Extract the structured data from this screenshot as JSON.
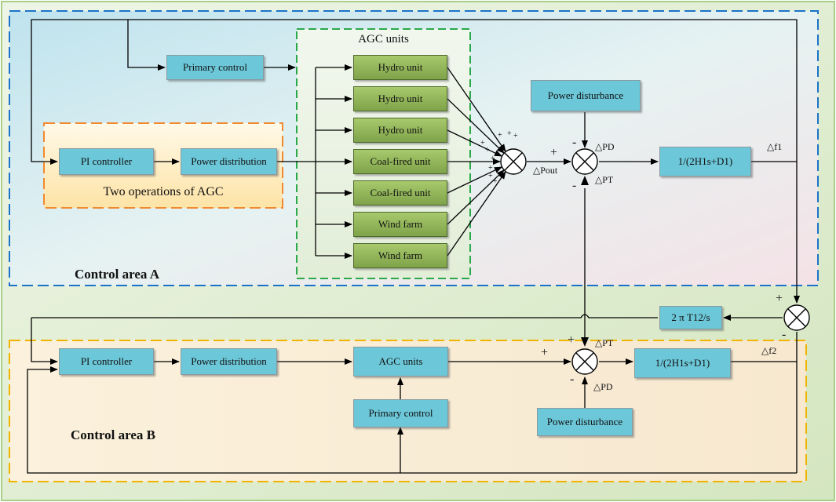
{
  "areaA": {
    "title": "Control area A",
    "pi_controller": "PI controller",
    "power_distribution": "Power distribution",
    "primary_control": "Primary control",
    "two_operations": "Two operations of AGC",
    "agc_group_title": "AGC units",
    "units": [
      "Hydro unit",
      "Hydro unit",
      "Hydro unit",
      "Coal-fired unit",
      "Coal-fired unit",
      "Wind farm",
      "Wind farm"
    ],
    "power_disturbance": "Power disturbance",
    "transfer_fn": "1/(2H1s+D1)",
    "label_pout": "△Pout",
    "label_pd": "△PD",
    "label_pt": "△PT",
    "label_f": "△f1"
  },
  "areaB": {
    "title": "Control area B",
    "pi_controller": "PI controller",
    "power_distribution": "Power distribution",
    "agc_units": "AGC units",
    "primary_control": "Primary control",
    "power_disturbance": "Power disturbance",
    "transfer_fn": "1/(2H1s+D1)",
    "label_pt": "△PT",
    "label_pd": "△PD",
    "label_f": "△f2"
  },
  "tie_line": "2 π T12/s",
  "signs": {
    "plus": "+",
    "minus": "-"
  },
  "colors": {
    "area_a_border": "#1a73c9",
    "area_b_border": "#f0b400",
    "agc_border": "#2aa84a",
    "ops_border": "#f08a30",
    "box_fill": "#6cc7d8",
    "unit_fill": "#8fb457"
  }
}
